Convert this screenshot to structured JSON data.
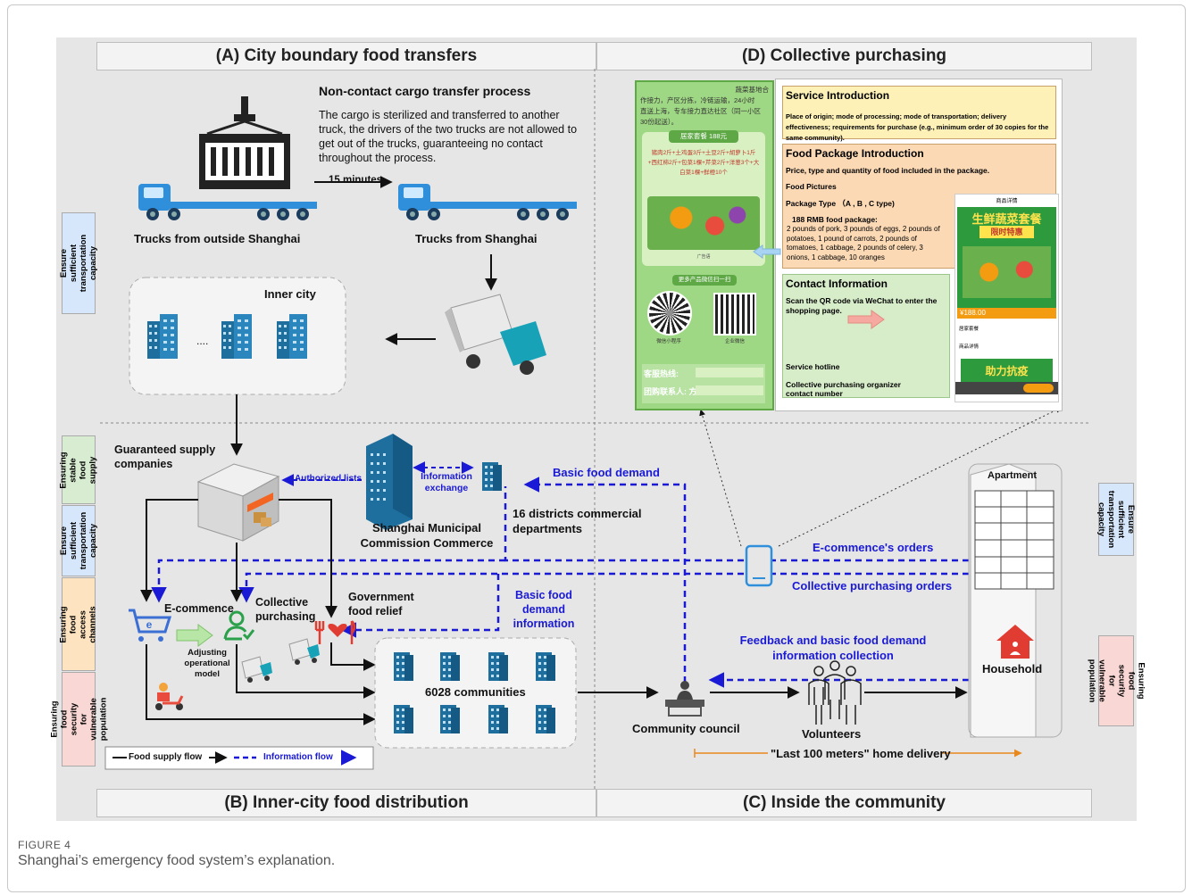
{
  "sections": {
    "a": "(A) City boundary food transfers",
    "b": "(B) Inner-city food distribution",
    "c": "(C) Inside the community",
    "d": "(D) Collective purchasing"
  },
  "transfer": {
    "title": "Non-contact cargo transfer process",
    "desc": "The cargo is sterilized and transferred to another truck, the drivers of the two trucks are not allowed to get out of the trucks, guaranteeing no contact throughout the process.",
    "minutes": "15 minutes",
    "truck_outside": "Trucks from outside Shanghai",
    "truck_shanghai": "Trucks from Shanghai",
    "inner_city": "Inner city",
    "ellipsis": "...."
  },
  "side_labels": {
    "left_1": "Ensure sufficient transportation capacity",
    "left_2": "Ensuring stable food supply",
    "left_3": "Ensure sufficient transportation capacity",
    "left_4": "Ensuring food access channels",
    "left_5": "Ensuring food security for vulnerable population",
    "right_1": "Ensure sufficient transportation capacity",
    "right_2": "Ensuring food security for vulnerable population"
  },
  "distribution": {
    "guaranteed": "Guaranteed supply companies",
    "authorized": "Authorized lists",
    "info_exchange": "Information exchange",
    "commission": "Shanghai Municipal Commission Commerce",
    "districts": "16 districts commercial departments",
    "basic_demand": "Basic food demand",
    "ecommerce": "E-commence",
    "collective": "Collective purchasing",
    "government": "Government food relief",
    "adjusting": "Adjusting operational model",
    "basic_demand_info": "Basic food demand information",
    "communities": "6028 communities",
    "legend_food": "Food supply flow",
    "legend_info": "Information flow"
  },
  "community": {
    "apartment": "Apartment",
    "household": "Household",
    "ecommerce_orders": "E-commence's orders",
    "collective_orders": "Collective purchasing orders",
    "feedback": "Feedback and basic food demand information collection",
    "council": "Community council",
    "volunteers": "Volunteers",
    "last_100": "\"Last 100  meters\" home delivery"
  },
  "purchasing": {
    "poster_top_1": "蔬菜基地合",
    "poster_top_2": "作接力，产区分拣，冷链运输，24小时",
    "poster_top_3": "直送上海，专车接力直达社区（同一小区",
    "poster_top_4": "30份起送）。",
    "poster_pkg": "居家套餐 188元",
    "poster_items": "猪肉2斤+土鸡蛋3斤+土豆2斤+胡萝卜1斤+西红柿2斤+包菜1棵+芹菜2斤+洋葱3个+大白菜1棵+鲜橙10个",
    "poster_more": "更多产品微信扫一扫",
    "poster_note": "广告语",
    "poster_qr1": "微信小程序",
    "poster_qr2": "企业微信",
    "poster_hotline": "客服热线:",
    "poster_contact": "团购联系人: 方",
    "service_intro_title": "Service Introduction",
    "service_intro_text": "Place of origin;  mode of processing;  mode of transportation;  delivery effectiveness;  requirements for purchase (e.g., minimum order of 30 copies for the same community).",
    "pkg_intro_title": "Food Package Introduction",
    "pkg_intro_text": "Price, type and quantity of food included in the package.",
    "food_pictures": "Food Pictures",
    "pkg_type": "Package Type （A , B , C type)",
    "pkg_188": "188 RMB food package:",
    "pkg_188_items": "2 pounds of pork, 3 pounds of eggs, 2 pounds of potatoes, 1 pound of carrots, 2 pounds of tomatoes, 1 cabbage, 2 pounds of celery, 3 onions, 1 cabbage, 10 oranges",
    "contact_title": "Contact Information",
    "contact_text": "Scan the QR code via WeChat to enter the shopping page.",
    "service_hotline": "Service hotline",
    "organizer": "Collective purchasing organizer contact number",
    "phone_header": "商品详情",
    "phone_banner_1": "生鲜蔬菜套餐",
    "phone_banner_2": "限时特惠",
    "phone_price": "¥188.00",
    "phone_item": "居家套餐",
    "phone_detail": "商品详情",
    "phone_bottom": "助力抗疫"
  },
  "caption": {
    "label": "FIGURE 4",
    "text": "Shanghai’s emergency food system’s explanation."
  },
  "colors": {
    "blue_line": "#1a1ad6",
    "building": "#1e6e9e",
    "poster_green": "#8ccf73",
    "yellow_box": "#fdf1b8",
    "orange_box": "#fbd9b5",
    "green_box": "#d7ecc9",
    "pink_side": "#f8d7d4",
    "orange_side": "#fde3bf",
    "blue_side": "#d6e7fb",
    "green_side": "#d8ecd1"
  }
}
